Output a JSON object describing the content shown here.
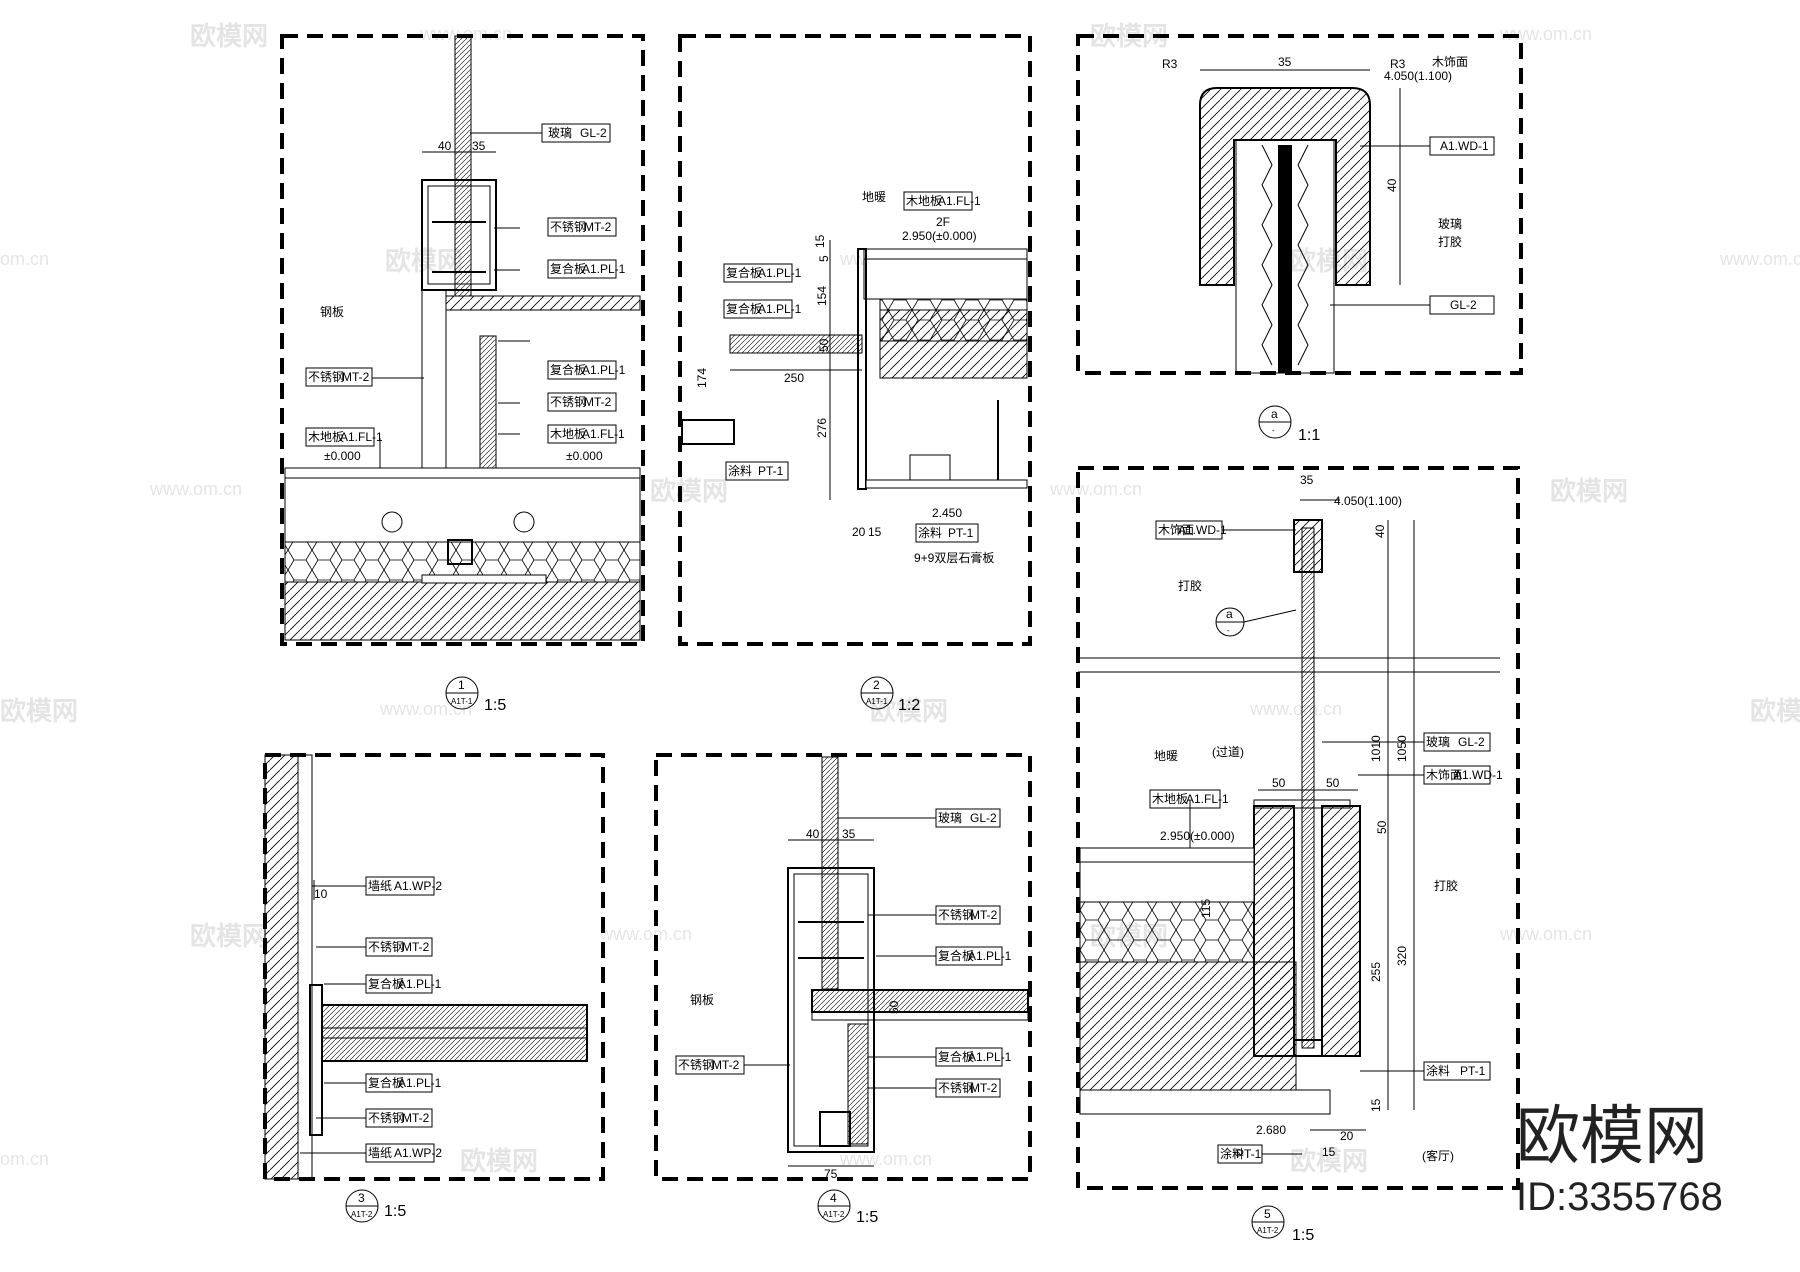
{
  "watermark": {
    "logo": "欧模网",
    "url": "www.om.cn",
    "url_short": "om.cn"
  },
  "branding": {
    "logo_text": "欧模网",
    "id_text": "ID:3355768"
  },
  "details": [
    {
      "bubble_number": "1",
      "bubble_ref": "A1T-1",
      "scale": "1:5",
      "dims": [
        "40",
        "35"
      ],
      "notes": [
        "钢板"
      ],
      "levels": [
        "±0.000",
        "±0.000"
      ],
      "tags": [
        {
          "prefix": "玻璃",
          "code": "GL-2"
        },
        {
          "prefix": "不锈钢",
          "code": "MT-2"
        },
        {
          "prefix": "复合板",
          "code": "A1.PL-1"
        },
        {
          "prefix": "复合板",
          "code": "A1.PL-1"
        },
        {
          "prefix": "不锈钢",
          "code": "MT-2"
        },
        {
          "prefix": "木地板",
          "code": "A1.FL-1"
        },
        {
          "prefix": "不锈钢",
          "code": "MT-2"
        },
        {
          "prefix": "木地板",
          "code": "A1.FL-1"
        }
      ]
    },
    {
      "bubble_number": "2",
      "bubble_ref": "A1T-1",
      "scale": "1:2",
      "dims": [
        "15",
        "5",
        "154",
        "50",
        "174",
        "250",
        "276",
        "20",
        "15"
      ],
      "notes": [
        "地暖",
        "2F",
        "9+9双层石膏板"
      ],
      "levels": [
        "2.950(±0.000)",
        "2.450"
      ],
      "tags": [
        {
          "prefix": "木地板",
          "code": "A1.FL-1"
        },
        {
          "prefix": "复合板",
          "code": "A1.PL-1"
        },
        {
          "prefix": "复合板",
          "code": "A1.PL-1"
        },
        {
          "prefix": "涂料",
          "code": "PT-1"
        },
        {
          "prefix": "涂料",
          "code": "PT-1"
        }
      ]
    },
    {
      "bubble_number": "a",
      "bubble_ref": "-",
      "scale": "1:1",
      "dims": [
        "35",
        "R3",
        "R3",
        "40"
      ],
      "notes": [
        "木饰面",
        "玻璃",
        "打胶"
      ],
      "levels": [
        "4.050(1.100)"
      ],
      "tags": [
        {
          "prefix": "",
          "code": "A1.WD-1"
        },
        {
          "prefix": "",
          "code": "GL-2"
        }
      ]
    },
    {
      "bubble_number": "3",
      "bubble_ref": "A1T-2",
      "scale": "1:5",
      "dims": [
        "10"
      ],
      "notes": [],
      "levels": [],
      "tags": [
        {
          "prefix": "墙纸",
          "code": "A1.WP-2"
        },
        {
          "prefix": "不锈钢",
          "code": "MT-2"
        },
        {
          "prefix": "复合板",
          "code": "A1.PL-1"
        },
        {
          "prefix": "复合板",
          "code": "A1.PL-1"
        },
        {
          "prefix": "不锈钢",
          "code": "MT-2"
        },
        {
          "prefix": "墙纸",
          "code": "A1.WP-2"
        }
      ]
    },
    {
      "bubble_number": "4",
      "bubble_ref": "A1T-2",
      "scale": "1:5",
      "dims": [
        "40",
        "35",
        "50",
        "75"
      ],
      "notes": [
        "钢板"
      ],
      "levels": [],
      "tags": [
        {
          "prefix": "玻璃",
          "code": "GL-2"
        },
        {
          "prefix": "不锈钢",
          "code": "MT-2"
        },
        {
          "prefix": "复合板",
          "code": "A1.PL-1"
        },
        {
          "prefix": "不锈钢",
          "code": "MT-2"
        },
        {
          "prefix": "复合板",
          "code": "A1.PL-1"
        },
        {
          "prefix": "不锈钢",
          "code": "MT-2"
        }
      ]
    },
    {
      "bubble_number": "5",
      "bubble_ref": "A1T-2",
      "scale": "1:5",
      "dims": [
        "35",
        "40",
        "1010",
        "1050",
        "50",
        "50",
        "50",
        "115",
        "320",
        "255",
        "15",
        "20",
        "15"
      ],
      "notes": [
        "打胶",
        "地暖",
        "(过道)",
        "打胶",
        "(客厅)"
      ],
      "levels": [
        "4.050(1.100)",
        "2.950(±0.000)",
        "2.680"
      ],
      "tags": [
        {
          "prefix": "木饰面",
          "code": "A1.WD-1"
        },
        {
          "prefix": "玻璃",
          "code": "GL-2"
        },
        {
          "prefix": "木饰面",
          "code": "A1.WD-1"
        },
        {
          "prefix": "木地板",
          "code": "A1.FL-1"
        },
        {
          "prefix": "涂料",
          "code": "PT-1"
        },
        {
          "prefix": "涂料",
          "code": "PT-1"
        }
      ],
      "sub_bubble": {
        "number": "a",
        "ref": "-"
      }
    }
  ]
}
